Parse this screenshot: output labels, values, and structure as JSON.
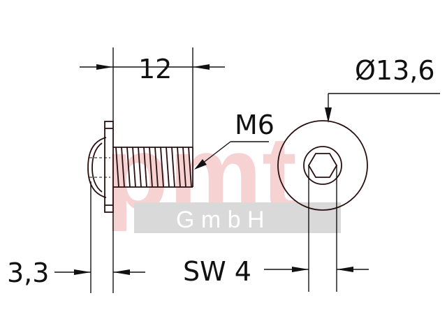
{
  "drawing": {
    "dim_length": "12",
    "dim_thread": "M6",
    "dim_diameter": "Ø13,6",
    "dim_collar": "3,3",
    "dim_hex": "SW 4"
  },
  "watermark": {
    "logo": "pmt",
    "company": "G m b H"
  },
  "colors": {
    "line": "#111111",
    "part_outline": "#2a0f10",
    "watermark_logo": "#f6d2d2",
    "watermark_band": "#d9d9d9"
  }
}
